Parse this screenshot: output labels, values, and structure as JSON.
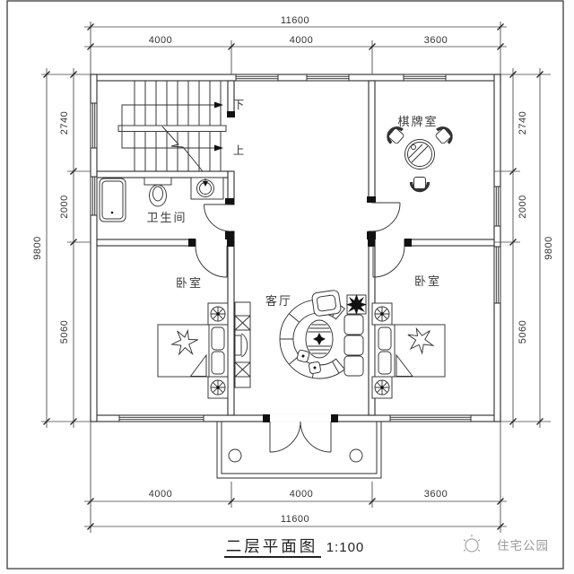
{
  "title": {
    "name": "二层平面图",
    "scale": "1:100"
  },
  "watermark": {
    "text": "住宅公园"
  },
  "rooms": {
    "chess": "棋牌室",
    "bath": "卫生间",
    "bedroom_left": "卧室",
    "bedroom_right": "卧室",
    "living": "客厅"
  },
  "stairs": {
    "down": "下",
    "up": "上"
  },
  "dims": {
    "top_total": "11600",
    "top_segments": [
      "4000",
      "4000",
      "3600"
    ],
    "bottom_segments": [
      "4000",
      "4000",
      "3600"
    ],
    "bottom_total": "11600",
    "left_segments": [
      "2740",
      "2000",
      "5060"
    ],
    "left_total": "9800",
    "right_segments": [
      "2740",
      "2000",
      "5060"
    ],
    "right_total": "9800"
  },
  "colors": {
    "line": "#2b2b2b",
    "dim_line": "#444444",
    "text": "#333333",
    "watermark": "#9b9b9b",
    "frame": "#4a4a4a",
    "background": "#ffffff"
  }
}
